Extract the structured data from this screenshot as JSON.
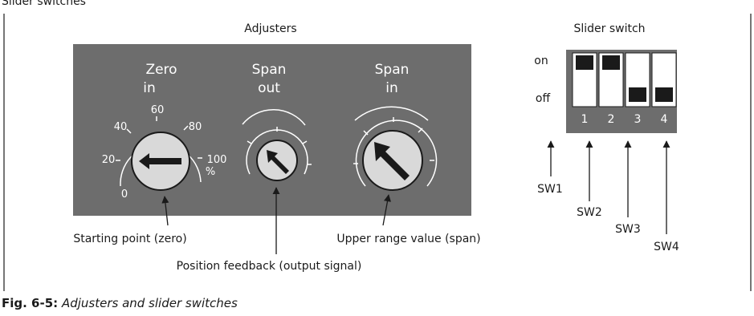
{
  "header_cut": "Slider switches",
  "adjusters": {
    "title": "Adjusters",
    "zero": {
      "label_line1": "Zero",
      "label_line2": "in",
      "scale": [
        "0",
        "20",
        "40",
        "60",
        "80",
        "100"
      ],
      "unit": "%"
    },
    "span_out": {
      "label_line1": "Span",
      "label_line2": "out"
    },
    "span_in": {
      "label_line1": "Span",
      "label_line2": "in"
    }
  },
  "callouts": {
    "zero": "Starting point (zero)",
    "span_out": "Position feedback (output signal)",
    "span_in": "Upper range value (span)"
  },
  "slider_switch": {
    "title": "Slider switch",
    "on_label": "on",
    "off_label": "off",
    "switches": [
      {
        "number": "1",
        "label": "SW1",
        "state": "on"
      },
      {
        "number": "2",
        "label": "SW2",
        "state": "on"
      },
      {
        "number": "3",
        "label": "SW3",
        "state": "off"
      },
      {
        "number": "4",
        "label": "SW4",
        "state": "off"
      }
    ]
  },
  "caption": {
    "number": "Fig. 6-5:",
    "text": "Adjusters and slider switches"
  },
  "colors": {
    "panel": "#6d6d6d",
    "knob": "#d9d9d9",
    "ink": "#1a1a1a"
  }
}
